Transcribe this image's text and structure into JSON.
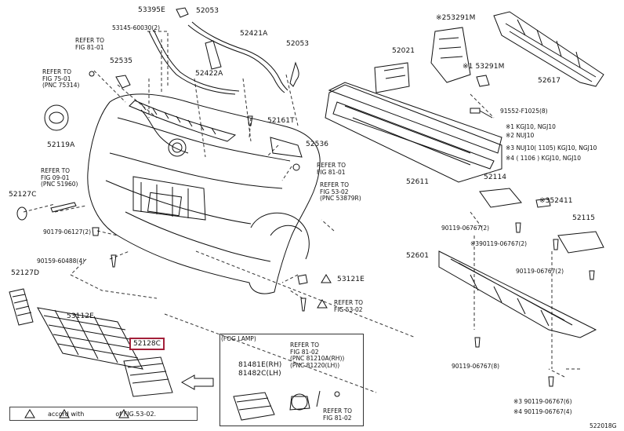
{
  "parts": {
    "p53395E": "53395E",
    "p52053a": "52053",
    "p53145": "53145-60030(2)",
    "p52421A": "52421A",
    "p52053b": "52053",
    "p52535": "52535",
    "p52422A": "52422A",
    "p52161T": "52161T",
    "p52119A": "52119A",
    "p52536": "52536",
    "p52127C": "52127C",
    "p90179": "90179-06127(2)",
    "p90159": "90159-60488(4)",
    "p52127D": "52127D",
    "p53112E": "53112E",
    "p53121E": "53121E",
    "p52128C": "52128C",
    "p81481E": "81481E(RH)",
    "p81482C": "81482C(LH)",
    "p53291M_a": "53291M",
    "p53291M_b": "53291M",
    "p52021": "52021",
    "p52617": "52617",
    "p91552": "91552-F1025(8)",
    "p52611": "52611",
    "p52114": "52114",
    "p52411": "52411",
    "p52115": "52115",
    "p90119a": "90119-06767(2)",
    "p90119b": "90119-06767(2)",
    "p52601": "52601",
    "p90119c": "90119-06767(2)",
    "p90119d": "90119-06767(8)",
    "p90119e": "90119-06767(6)",
    "p90119f": "90119-06767(4)"
  },
  "marks": {
    "m1": "※1",
    "m2": "※2",
    "m3": "※3",
    "m4": "※4",
    "m3b": "※3",
    "m4b": "※4"
  },
  "refs": {
    "r1": "REFER TO\nFIG 81-01",
    "r2": "REFER TO\nFIG 75-01\n(PNC 75314)",
    "r3": "REFER TO\nFIG 81-01",
    "r4": "REFER TO\nFIG 09-01\n(PNC 51960)",
    "r5": "REFER TO\nFIG 53-02\n(PNC 53879R)",
    "r6": "REFER TO\nFIG 53-02",
    "r7": "REFER TO\nFIG 81-02\n(PNC 81210A(RH))\n(PNC 81220(LH))",
    "r8": "REFER TO\nFIG 81-02"
  },
  "legend": {
    "k1": "※1 KGJ10, NGJ10",
    "k2": "※2 NUJ10",
    "k3": "※3 NUJ10(      1105) KGJ10, NGJ10",
    "k4": "※4 (      1106      ) KGJ10, NGJ10"
  },
  "fog_title": "(FOG LAMP)",
  "note": {
    "a": "accord with",
    "b": "of FIG.53-02."
  },
  "figure_code": "522018G"
}
